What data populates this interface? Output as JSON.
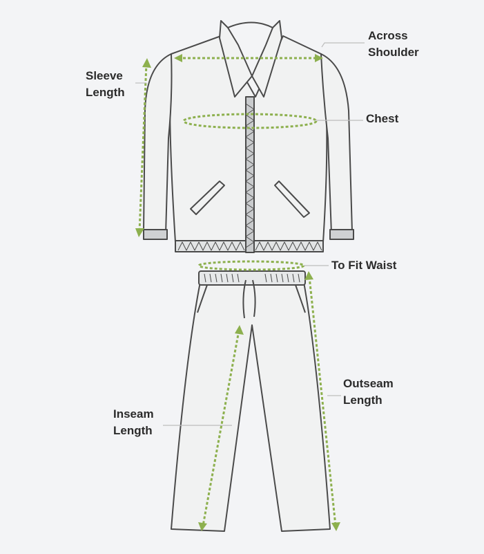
{
  "labels": {
    "across_shoulder": [
      "Across",
      "Shoulder"
    ],
    "sleeve_length": [
      "Sleeve",
      "Length"
    ],
    "chest": "Chest",
    "to_fit_waist": "To Fit Waist",
    "outseam_length": [
      "Outseam",
      "Length"
    ],
    "inseam_length": [
      "Inseam",
      "Length"
    ]
  },
  "colors": {
    "background": "#f3f4f6",
    "garment_fill": "#f1f2f2",
    "outline": "#4a4a4a",
    "measure": "#8db04e",
    "leader_line": "#bdbdbd",
    "text": "#2b2b2b"
  }
}
